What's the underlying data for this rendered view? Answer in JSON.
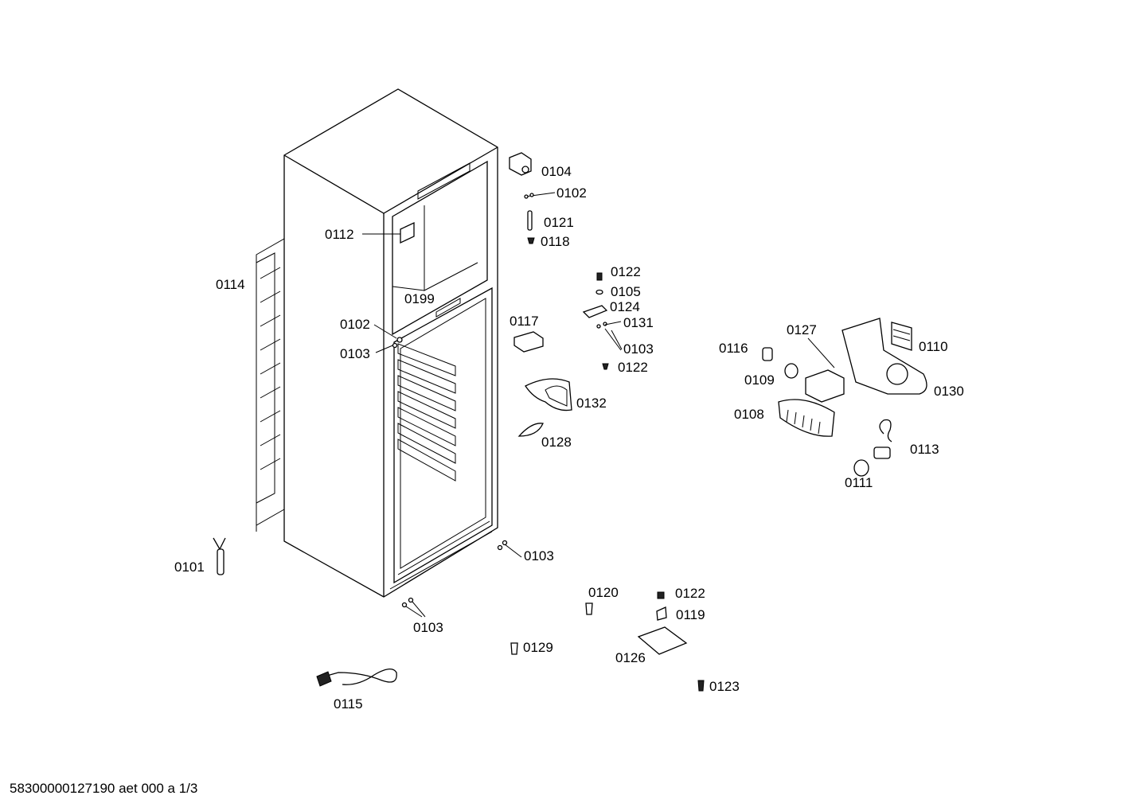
{
  "labels": {
    "l0104": "0104",
    "l0102a": "0102",
    "l0121": "0121",
    "l0118": "0118",
    "l0112": "0112",
    "l0114": "0114",
    "l0199": "0199",
    "l0102b": "0102",
    "l0103a": "0103",
    "l0117": "0117",
    "l0122a": "0122",
    "l0105": "0105",
    "l0124": "0124",
    "l0131": "0131",
    "l0103b": "0103",
    "l0122b": "0122",
    "l0132": "0132",
    "l0128": "0128",
    "l0116": "0116",
    "l0127": "0127",
    "l0110": "0110",
    "l0109": "0109",
    "l0130": "0130",
    "l0108": "0108",
    "l0113": "0113",
    "l0111": "0111",
    "l0101": "0101",
    "l0103c": "0103",
    "l0103d": "0103",
    "l0120": "0120",
    "l0122c": "0122",
    "l0119": "0119",
    "l0129": "0129",
    "l0126": "0126",
    "l0123": "0123",
    "l0115": "0115"
  },
  "footer": "58300000127190 aet 000 a 1/3"
}
